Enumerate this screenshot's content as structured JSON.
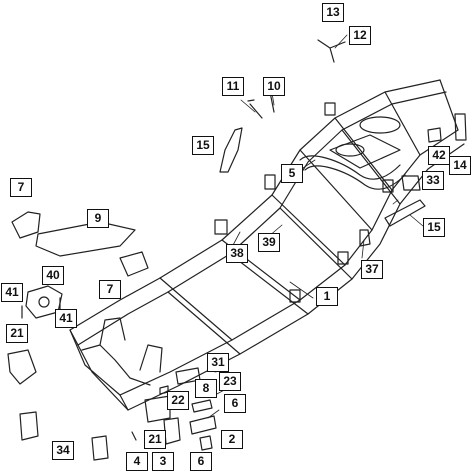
{
  "diagram": {
    "line_color": "#222222",
    "fill_color": "#ffffff",
    "callouts": {
      "c1": "1",
      "c2": "2",
      "c3": "3",
      "c4": "4",
      "c5": "5",
      "c6a": "6",
      "c6b": "6",
      "c7a": "7",
      "c7b": "7",
      "c8": "8",
      "c9": "9",
      "c10": "10",
      "c11": "11",
      "c12": "12",
      "c13": "13",
      "c14": "14",
      "c15a": "15",
      "c15b": "15",
      "c21a": "21",
      "c21b": "21",
      "c22": "22",
      "c23": "23",
      "c31": "31",
      "c33": "33",
      "c34": "34",
      "c37": "37",
      "c38": "38",
      "c39": "39",
      "c40": "40",
      "c41a": "41",
      "c41b": "41",
      "c42": "42"
    }
  }
}
